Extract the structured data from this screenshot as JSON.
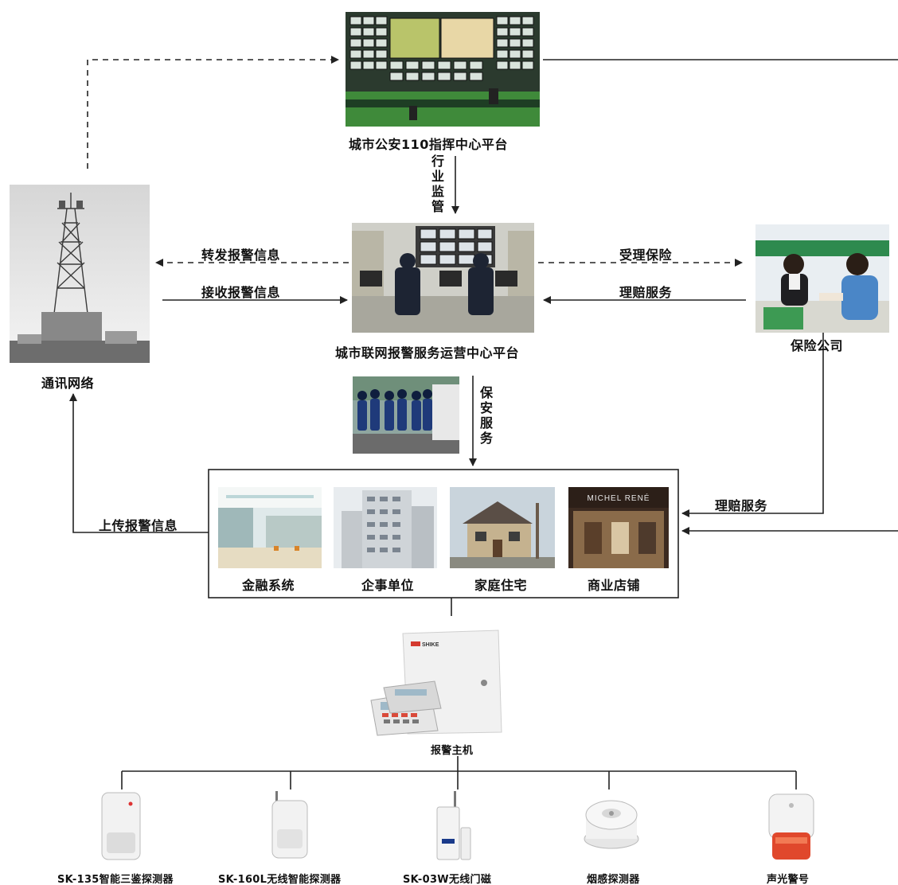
{
  "nodes": {
    "command_center": "城市公安110指挥中心平台",
    "service_center": "城市联网报警服务运营中心平台",
    "comm_network": "通讯网络",
    "insurance": "保险公司",
    "alarm_host": "报警主机"
  },
  "edges": {
    "supervision": "行业监管",
    "forward_alarm": "转发报警信息",
    "receive_alarm": "接收报警信息",
    "accept_insurance": "受理保险",
    "claims_service_top": "理赔服务",
    "security_service": "保安服务",
    "upload_alarm": "上传报警信息",
    "claims_service_bottom": "理赔服务"
  },
  "sites": [
    "金融系统",
    "企事单位",
    "家庭住宅",
    "商业店铺"
  ],
  "devices": [
    "SK-135智能三鉴探测器",
    "SK-160L无线智能探测器",
    "SK-03W无线门磁",
    "烟感探测器",
    "声光警号"
  ],
  "image_text": {
    "shop_sign": "MICHEL RENÉ",
    "brand_logo": "SHIKE"
  }
}
